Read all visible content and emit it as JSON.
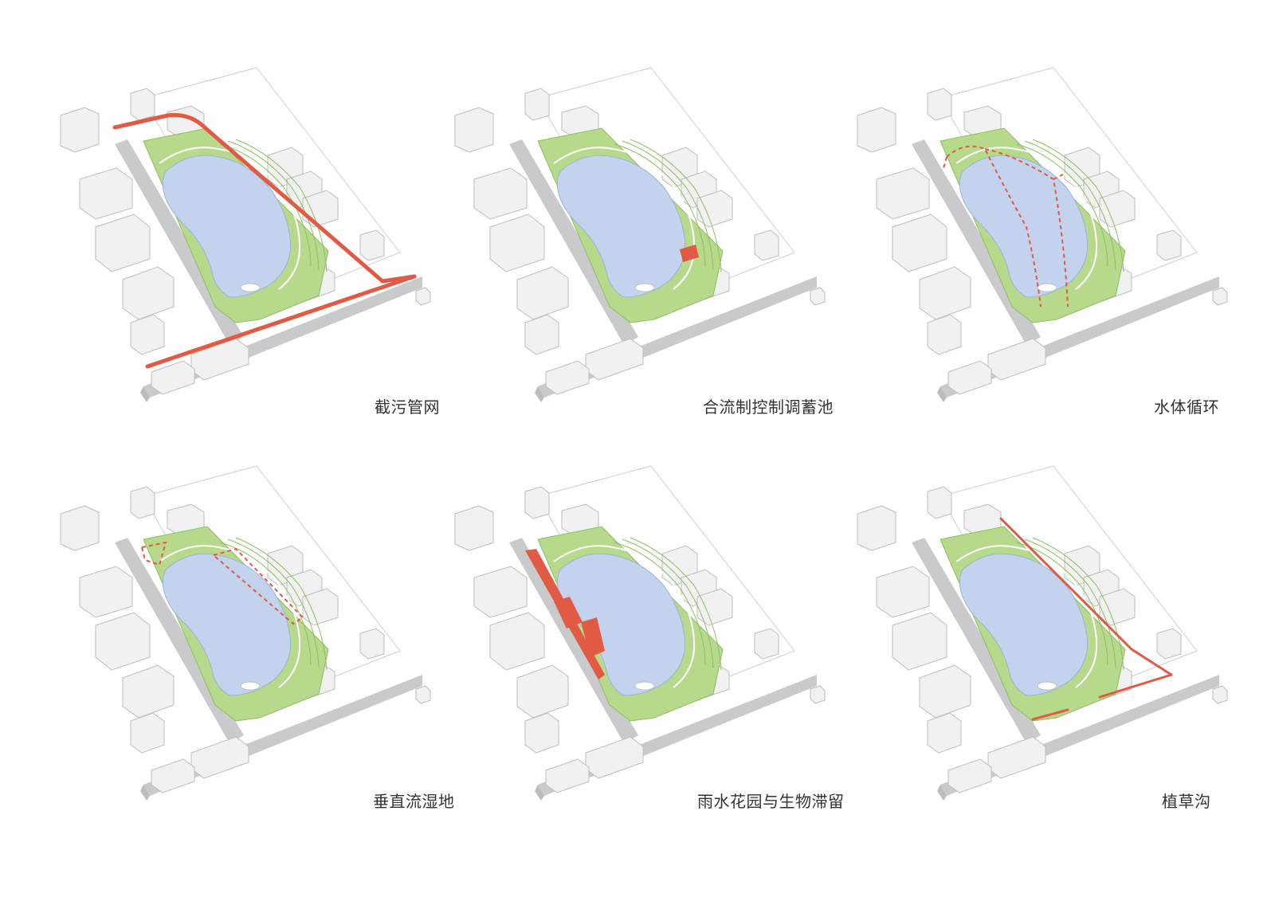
{
  "colors": {
    "accent": "#e05a44",
    "water": "#c3d3ee",
    "water_edge": "#9bb2d8",
    "green": "#b7d98c",
    "green_dark": "#8fbe62",
    "road": "#c9cacc",
    "building": "#f1f1f1",
    "building_edge": "#bdbdbd",
    "base": "#ffffff"
  },
  "panels": [
    {
      "caption": "截污管网",
      "overlay": "pipe-network"
    },
    {
      "caption": "合流制控制调蓄池",
      "overlay": "storage-tank"
    },
    {
      "caption": "水体循环",
      "overlay": "water-circulation"
    },
    {
      "caption": "垂直流湿地",
      "overlay": "vertical-wetland"
    },
    {
      "caption": "雨水花园与生物滞留",
      "overlay": "rain-garden"
    },
    {
      "caption": "植草沟",
      "overlay": "grass-swale"
    }
  ]
}
